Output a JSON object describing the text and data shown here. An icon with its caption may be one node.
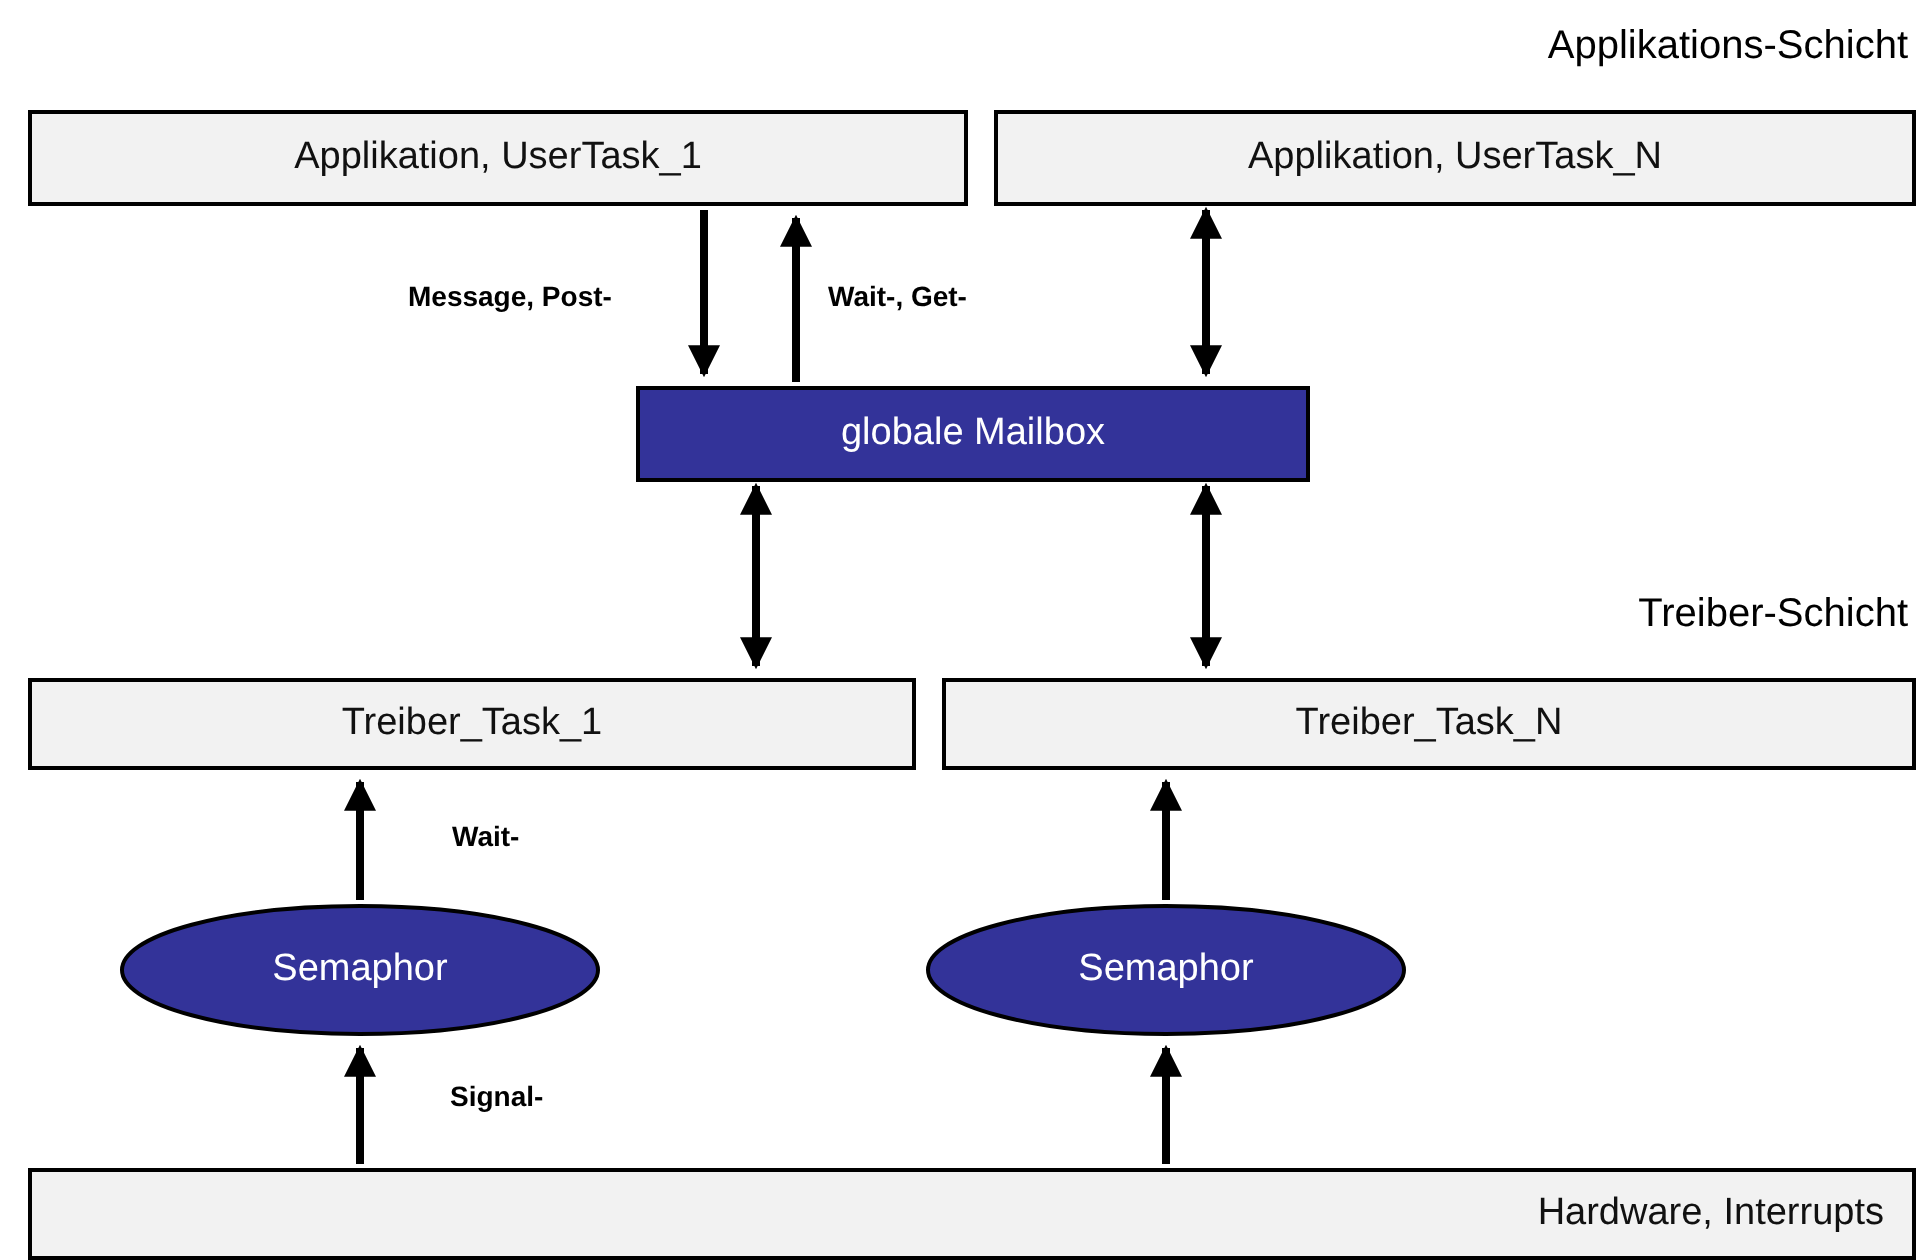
{
  "diagram": {
    "nodes": [
      {
        "text": [
          "Applikation, UserTask_1"
        ]
      },
      {
        "text": [
          "Applikation, UserTask_N"
        ]
      },
      {
        "text": [
          "globale Mailbox"
        ]
      },
      {
        "text": [
          "Treiber_Task_1"
        ]
      },
      {
        "text": [
          "Treiber_Task_N"
        ]
      },
      {
        "text": [
          "Semaphor"
        ]
      },
      {
        "text": [
          "Semaphor"
        ]
      },
      {
        "text": [
          "Hardware, Interrupts"
        ]
      }
    ],
    "edges": [
      {
        "from": 0,
        "to": 2,
        "arrow": "to",
        "label": "Message, Post-"
      },
      {
        "from": 2,
        "to": 0,
        "arrow": "to",
        "label": "Wait-, Get-"
      },
      {
        "from": 1,
        "to": 2,
        "arrow": "both"
      },
      {
        "from": 2,
        "to": 3,
        "arrow": "both"
      },
      {
        "from": 2,
        "to": 4,
        "arrow": "both"
      },
      {
        "from": 5,
        "to": 3,
        "arrow": "to",
        "label": "Wait-"
      },
      {
        "from": 7,
        "to": 5,
        "arrow": "to",
        "label": "Signal-"
      },
      {
        "from": 6,
        "to": 4,
        "arrow": "to"
      },
      {
        "from": 7,
        "to": 6,
        "arrow": "to"
      }
    ],
    "labels": [
      "Applikations-Schicht",
      "Treiber-Schicht"
    ]
  }
}
